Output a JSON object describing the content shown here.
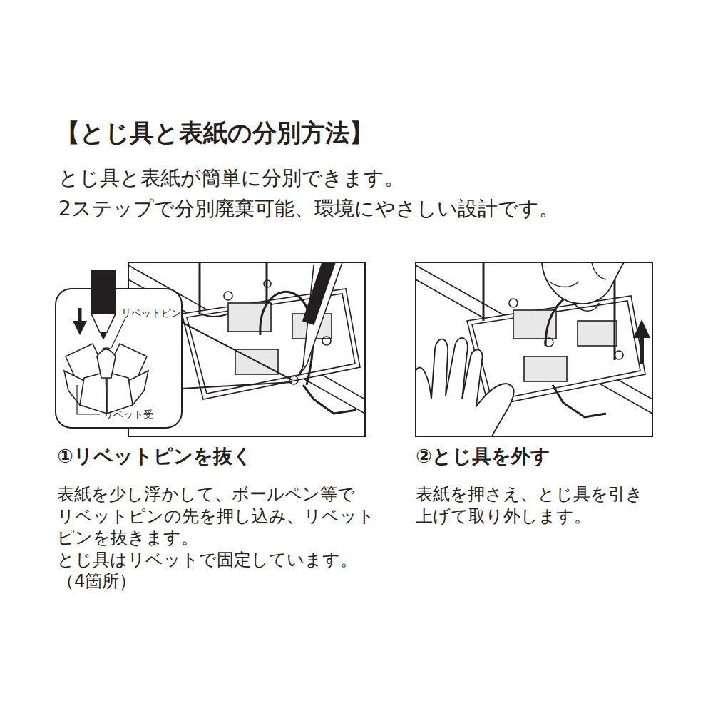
{
  "diagram": {
    "title": "【とじ具と表紙の分別方法】",
    "labels": [
      "とじ具と表紙が簡単に分別できます。 2ステップで分別廃棄可能、環境にやさしい設計です。",
      "リベットピン",
      "リベット受",
      "①リベットピンを抜く",
      "表紙を少し浮かして、ボールペン等で リベットピンの先を押し込み、リベット ピンを抜きます。 とじ具はリベットで固定しています。 （4箇所）",
      "②とじ具を外す",
      "表紙を押さえ、とじ具を引き 上げて取り外します。"
    ]
  }
}
